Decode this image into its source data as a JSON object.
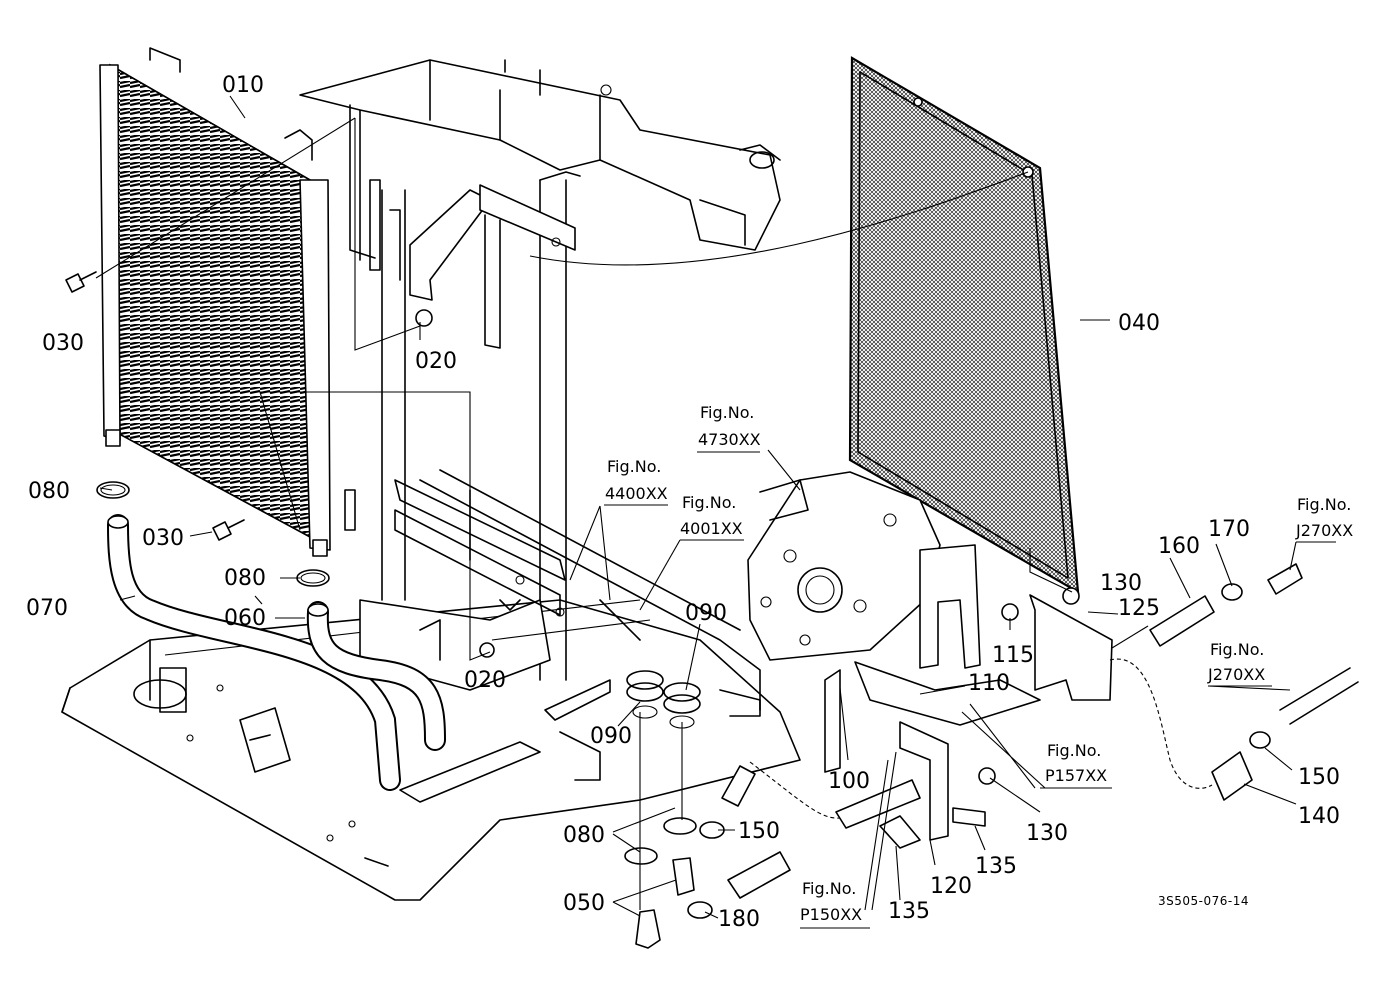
{
  "diagram_code": "3S505-076-14",
  "part_labels": [
    {
      "id": "p010a",
      "text": "010"
    },
    {
      "id": "p030a",
      "text": "030"
    },
    {
      "id": "p030b",
      "text": "030"
    },
    {
      "id": "p020a",
      "text": "020"
    },
    {
      "id": "p020b",
      "text": "020"
    },
    {
      "id": "p040",
      "text": "040"
    },
    {
      "id": "p080a",
      "text": "080"
    },
    {
      "id": "p080b",
      "text": "080"
    },
    {
      "id": "p080c",
      "text": "080"
    },
    {
      "id": "p070",
      "text": "070"
    },
    {
      "id": "p060",
      "text": "060"
    },
    {
      "id": "p090a",
      "text": "090"
    },
    {
      "id": "p090b",
      "text": "090"
    },
    {
      "id": "p050",
      "text": "050"
    },
    {
      "id": "p150a",
      "text": "150"
    },
    {
      "id": "p150b",
      "text": "150"
    },
    {
      "id": "p180",
      "text": "180"
    },
    {
      "id": "p100",
      "text": "100"
    },
    {
      "id": "p110",
      "text": "110"
    },
    {
      "id": "p115",
      "text": "115"
    },
    {
      "id": "p120",
      "text": "120"
    },
    {
      "id": "p125",
      "text": "125"
    },
    {
      "id": "p130a",
      "text": "130"
    },
    {
      "id": "p130b",
      "text": "130"
    },
    {
      "id": "p135a",
      "text": "135"
    },
    {
      "id": "p135b",
      "text": "135"
    },
    {
      "id": "p140",
      "text": "140"
    },
    {
      "id": "p160",
      "text": "160"
    },
    {
      "id": "p170",
      "text": "170"
    }
  ],
  "fig_refs": [
    {
      "id": "f4730",
      "head": "Fig.No.",
      "num": "4730XX"
    },
    {
      "id": "f4400",
      "head": "Fig.No.",
      "num": "4400XX"
    },
    {
      "id": "f4001",
      "head": "Fig.No.",
      "num": "4001XX"
    },
    {
      "id": "fJ270a",
      "head": "Fig.No.",
      "num": "J270XX"
    },
    {
      "id": "fJ270b",
      "head": "Fig.No.",
      "num": "J270XX"
    },
    {
      "id": "fP157",
      "head": "Fig.No.",
      "num": "P157XX"
    },
    {
      "id": "fP150",
      "head": "Fig.No.",
      "num": "P150XX"
    }
  ]
}
